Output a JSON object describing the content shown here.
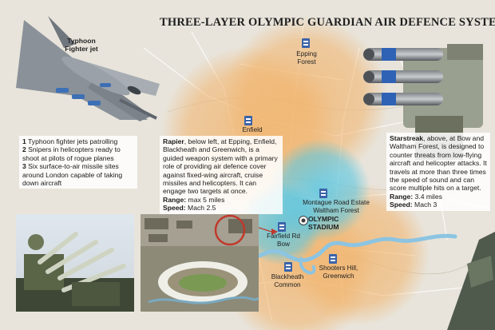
{
  "title": "THREE-LAYER OLYMPIC GUARDIAN AIR DEFENCE SYSTEM",
  "jet_label": "Typhoon Fighter jet",
  "layers_box": [
    {
      "num": "1",
      "text": "Typhoon fighter jets patrolling"
    },
    {
      "num": "2",
      "text": "Snipers in helicopters ready to shoot at pilots of rogue planes"
    },
    {
      "num": "3",
      "text": "Six surface-to-air missile sites around London capable of taking down aircraft"
    }
  ],
  "rapier": {
    "name": "Rapier",
    "text": ", below left, at Epping, Enfield, Blackheath and Greenwich, is a guided weapon system with a primary role of providing air defence cover against fixed-wing aircraft, cruise missiles and helicopters. It can engage two targets at once.",
    "range_label": "Range:",
    "range_value": "max 5 miles",
    "speed_label": "Speed:",
    "speed_value": "Mach 2.5"
  },
  "starstreak": {
    "name": "Starstreak",
    "text": ", above, at Bow and Waltham Forest, is designed to counter threats from low-flying aircraft and helicopter attacks. It travels at more than three times the speed of sound and can score multiple hits on a target.",
    "range_label": "Range:",
    "range_value": "3.4 miles",
    "speed_label": "Speed:",
    "speed_value": "Mach 3"
  },
  "places": {
    "epping": "Epping Forest",
    "enfield": "Enfield",
    "montague": "Montague Road Estate Waltham Forest",
    "stadium": "OLYMPIC STADIUM",
    "fairfield": "Fairfield Rd Bow",
    "shooters": "Shooters Hill, Greenwich",
    "blackheath": "Blackheath Common"
  },
  "colors": {
    "rapier_zone": "#f0b060",
    "starstreak_zone": "#5fc4dc",
    "map_bg": "#e6e1d6",
    "river": "#8cc4e2",
    "site_icon": "#3b63a8"
  }
}
